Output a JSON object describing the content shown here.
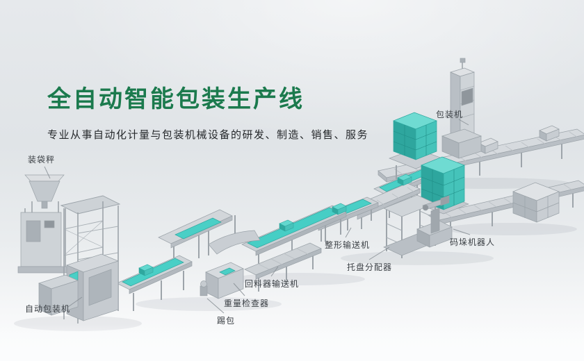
{
  "page": {
    "title": "全自动智能包装生产线",
    "subtitle": "专业从事自动化计量与包装机械设备的研发、制造、销售、服务"
  },
  "machine_labels": [
    {
      "key": "bagging-scale",
      "text": "装袋秤"
    },
    {
      "key": "packing-machine",
      "text": "包装机"
    },
    {
      "key": "auto-packing-machine",
      "text": "自动包装机"
    },
    {
      "key": "bag-kicker",
      "text": "踢包"
    },
    {
      "key": "weight-checker",
      "text": "重量检查器"
    },
    {
      "key": "return-feeder-conveyor",
      "text": "回料器输送机"
    },
    {
      "key": "shaping-conveyor",
      "text": "整形输送机"
    },
    {
      "key": "pallet-dispenser",
      "text": "托盘分配器"
    },
    {
      "key": "palletizing-robot",
      "text": "码垛机器人"
    }
  ],
  "colors": {
    "title_green": "#1b7a4d",
    "belt_teal": "#47cfc6",
    "machine_gray": "#ccd1d6",
    "background_top": "#e6e9ec",
    "background_bottom": "#fbfcfd"
  }
}
